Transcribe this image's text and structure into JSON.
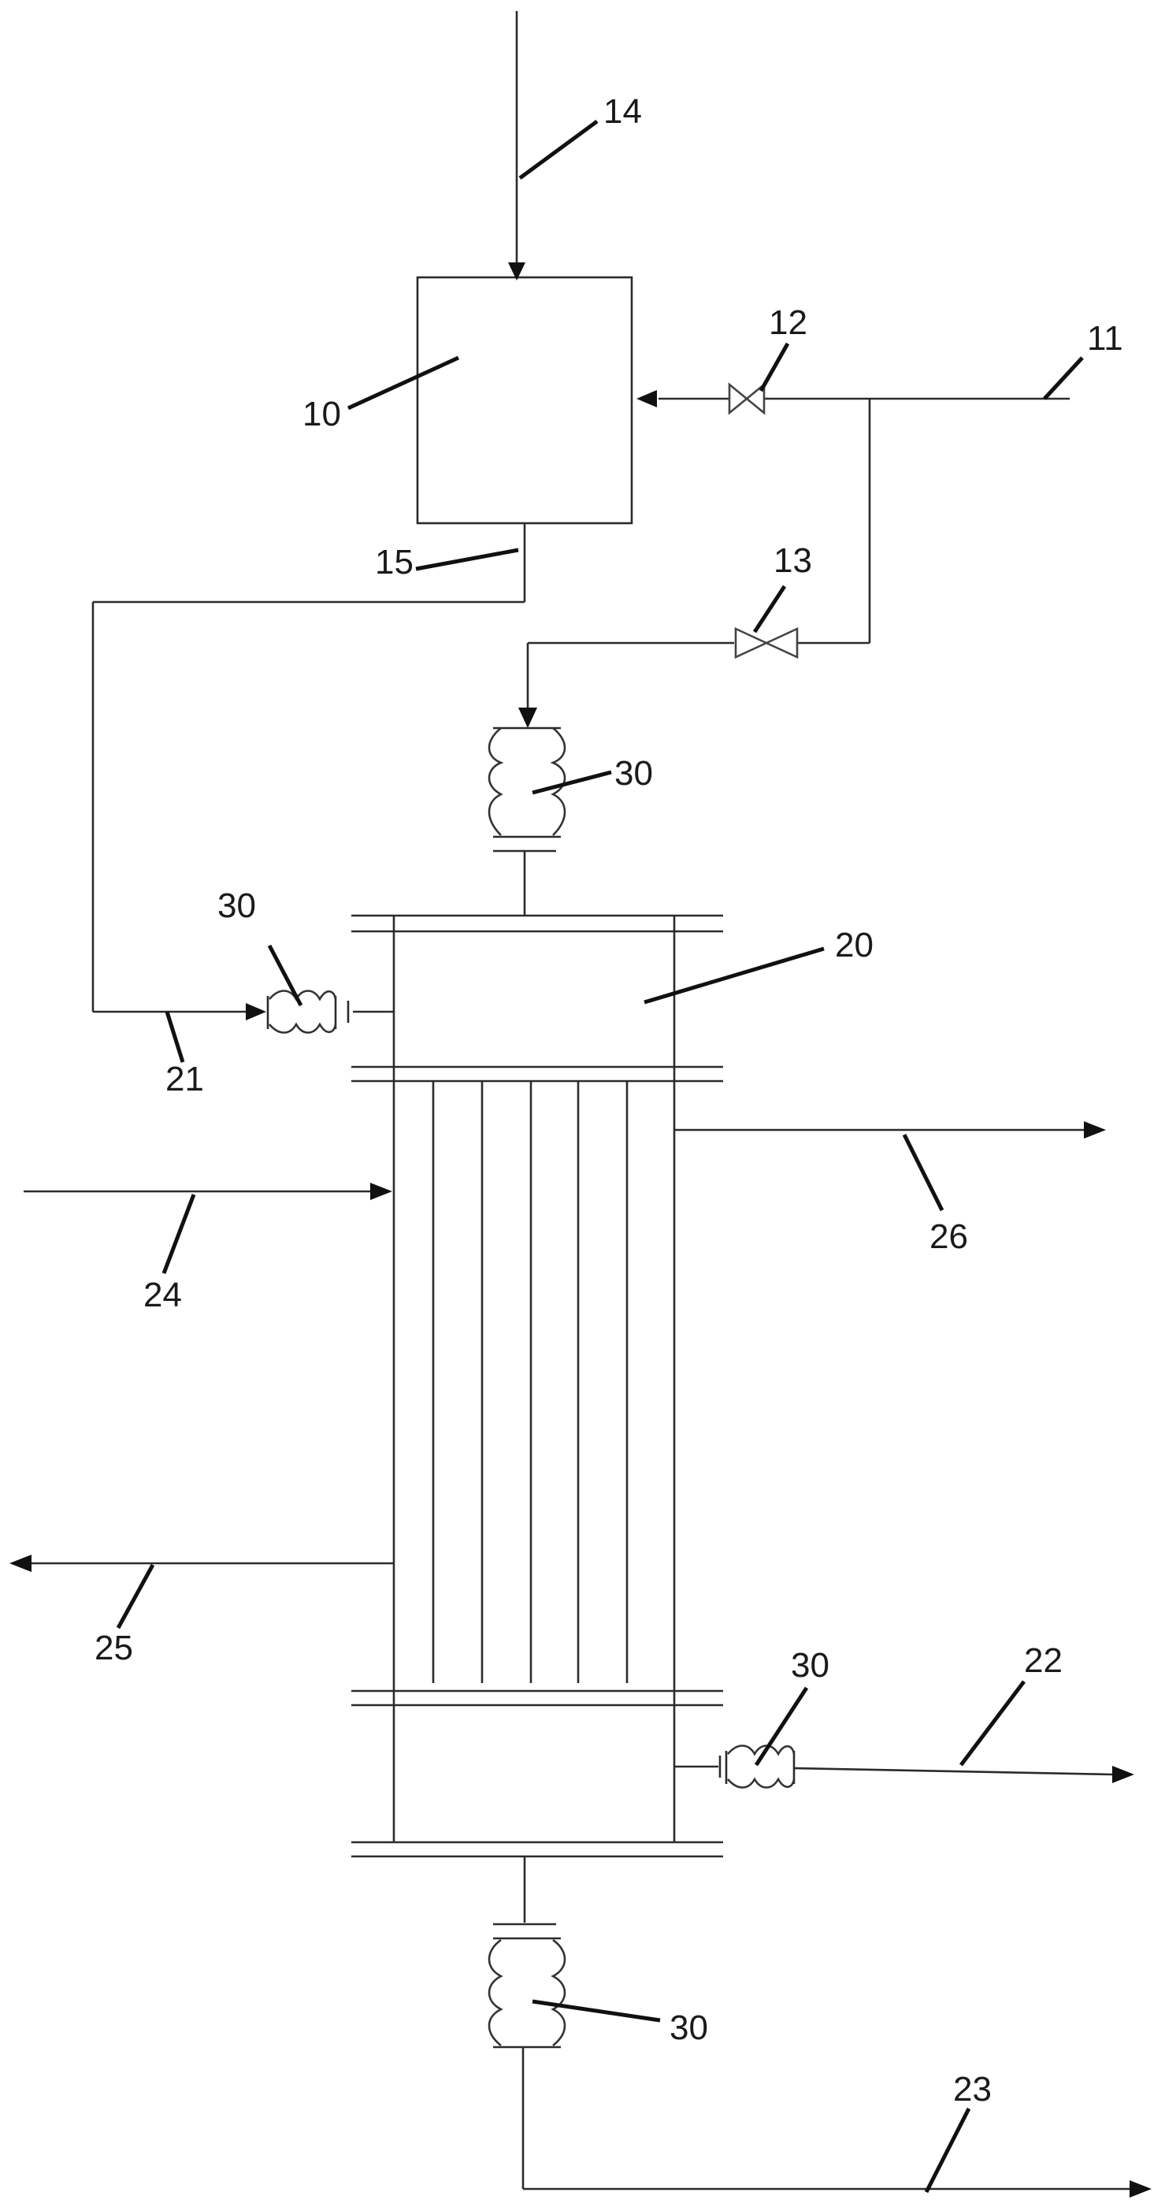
{
  "labels": {
    "mixing_tank": "10",
    "feed_line": "11",
    "valve_upper": "12",
    "valve_lower": "13",
    "top_inlet": "14",
    "tank_outlet": "15",
    "reactor": "20",
    "side_inlet": "21",
    "side_outlet": "22",
    "bottom_outlet": "23",
    "shell_inlet": "24",
    "shell_outlet": "25",
    "shell_side_outlet": "26",
    "bellows_top": "30",
    "bellows_left": "30",
    "bellows_right": "30",
    "bellows_bottom": "30"
  }
}
